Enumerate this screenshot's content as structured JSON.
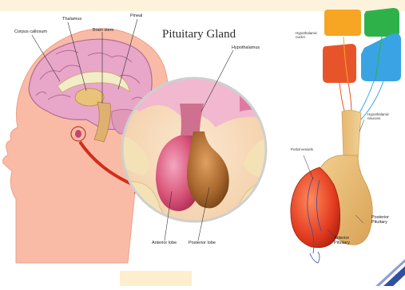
{
  "left_panel": {
    "title": "Pituitary Gland",
    "labels": {
      "corpus_callosum": "Corpus callosum",
      "thalamus": "Thalamus",
      "brain_stem": "Brain stem",
      "pineal": "Pineal",
      "hypothalamus": "Hypothalamus",
      "anterior_lobe": "Anterior lobe",
      "posterior_lobe": "Posterior lobe"
    }
  },
  "right_panel": {
    "labels": {
      "hypothalamic_nuclei": "Hypothalamic nuclei",
      "hypothalamic_neurons": "Hypothalamic neurons",
      "portal_vessels": "Portal vessels",
      "posterior_pituitary": "Posterior Pituitary",
      "anterior_pituitary": "Anterior Pituitary"
    },
    "nuclei_colors": [
      "#f6a623",
      "#2fb14a",
      "#e8542a",
      "#3aa3e3"
    ]
  },
  "colors": {
    "skin": "#f7b2a0",
    "brain": "#d98fb5",
    "anterior_lobe": "#d9567a",
    "posterior_lobe": "#a8682e",
    "bone": "#f0dfb0",
    "arrow": "#d32c1c",
    "corner_accent": "#3050a0"
  }
}
